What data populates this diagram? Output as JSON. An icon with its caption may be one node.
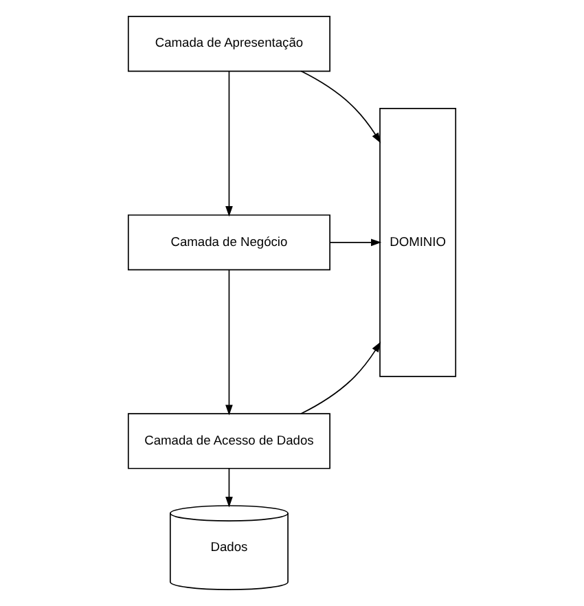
{
  "diagram": {
    "nodes": [
      {
        "text": [
          "Camada de Apresentação"
        ]
      },
      {
        "text": [
          "Camada de Negócio"
        ]
      },
      {
        "text": [
          "Camada de Acesso de Dados"
        ]
      },
      {
        "text": [
          "DOMINIO"
        ]
      },
      {
        "text": [
          "Dados"
        ]
      }
    ],
    "edges": [
      {
        "from": 0,
        "to": 1,
        "arrow": "to"
      },
      {
        "from": 1,
        "to": 2,
        "arrow": "to"
      },
      {
        "from": 2,
        "to": 4,
        "arrow": "to"
      },
      {
        "from": 0,
        "to": 3,
        "arrow": "to"
      },
      {
        "from": 1,
        "to": 3,
        "arrow": "to"
      },
      {
        "from": 2,
        "to": 3,
        "arrow": "to"
      }
    ]
  }
}
